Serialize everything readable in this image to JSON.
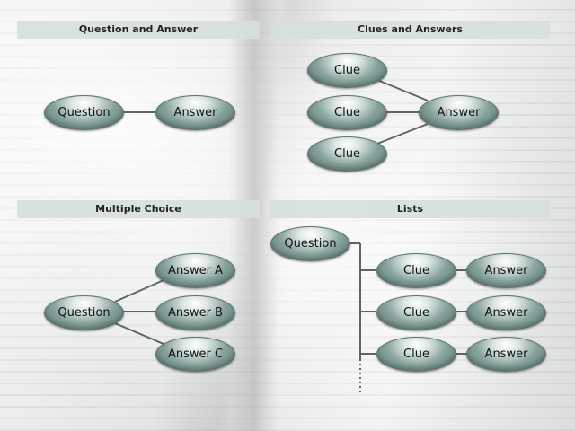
{
  "panels": {
    "qa": {
      "title": "Question and Answer",
      "question": "Question",
      "answer": "Answer"
    },
    "clues": {
      "title": "Clues and Answers",
      "clues": [
        "Clue",
        "Clue",
        "Clue"
      ],
      "answer": "Answer"
    },
    "multiple": {
      "title": "Multiple Choice",
      "question": "Question",
      "answers": [
        "Answer A",
        "Answer B",
        "Answer C"
      ]
    },
    "lists": {
      "title": "Lists",
      "question": "Question",
      "rows": [
        {
          "clue": "Clue",
          "answer": "Answer"
        },
        {
          "clue": "Clue",
          "answer": "Answer"
        },
        {
          "clue": "Clue",
          "answer": "Answer"
        }
      ]
    }
  }
}
